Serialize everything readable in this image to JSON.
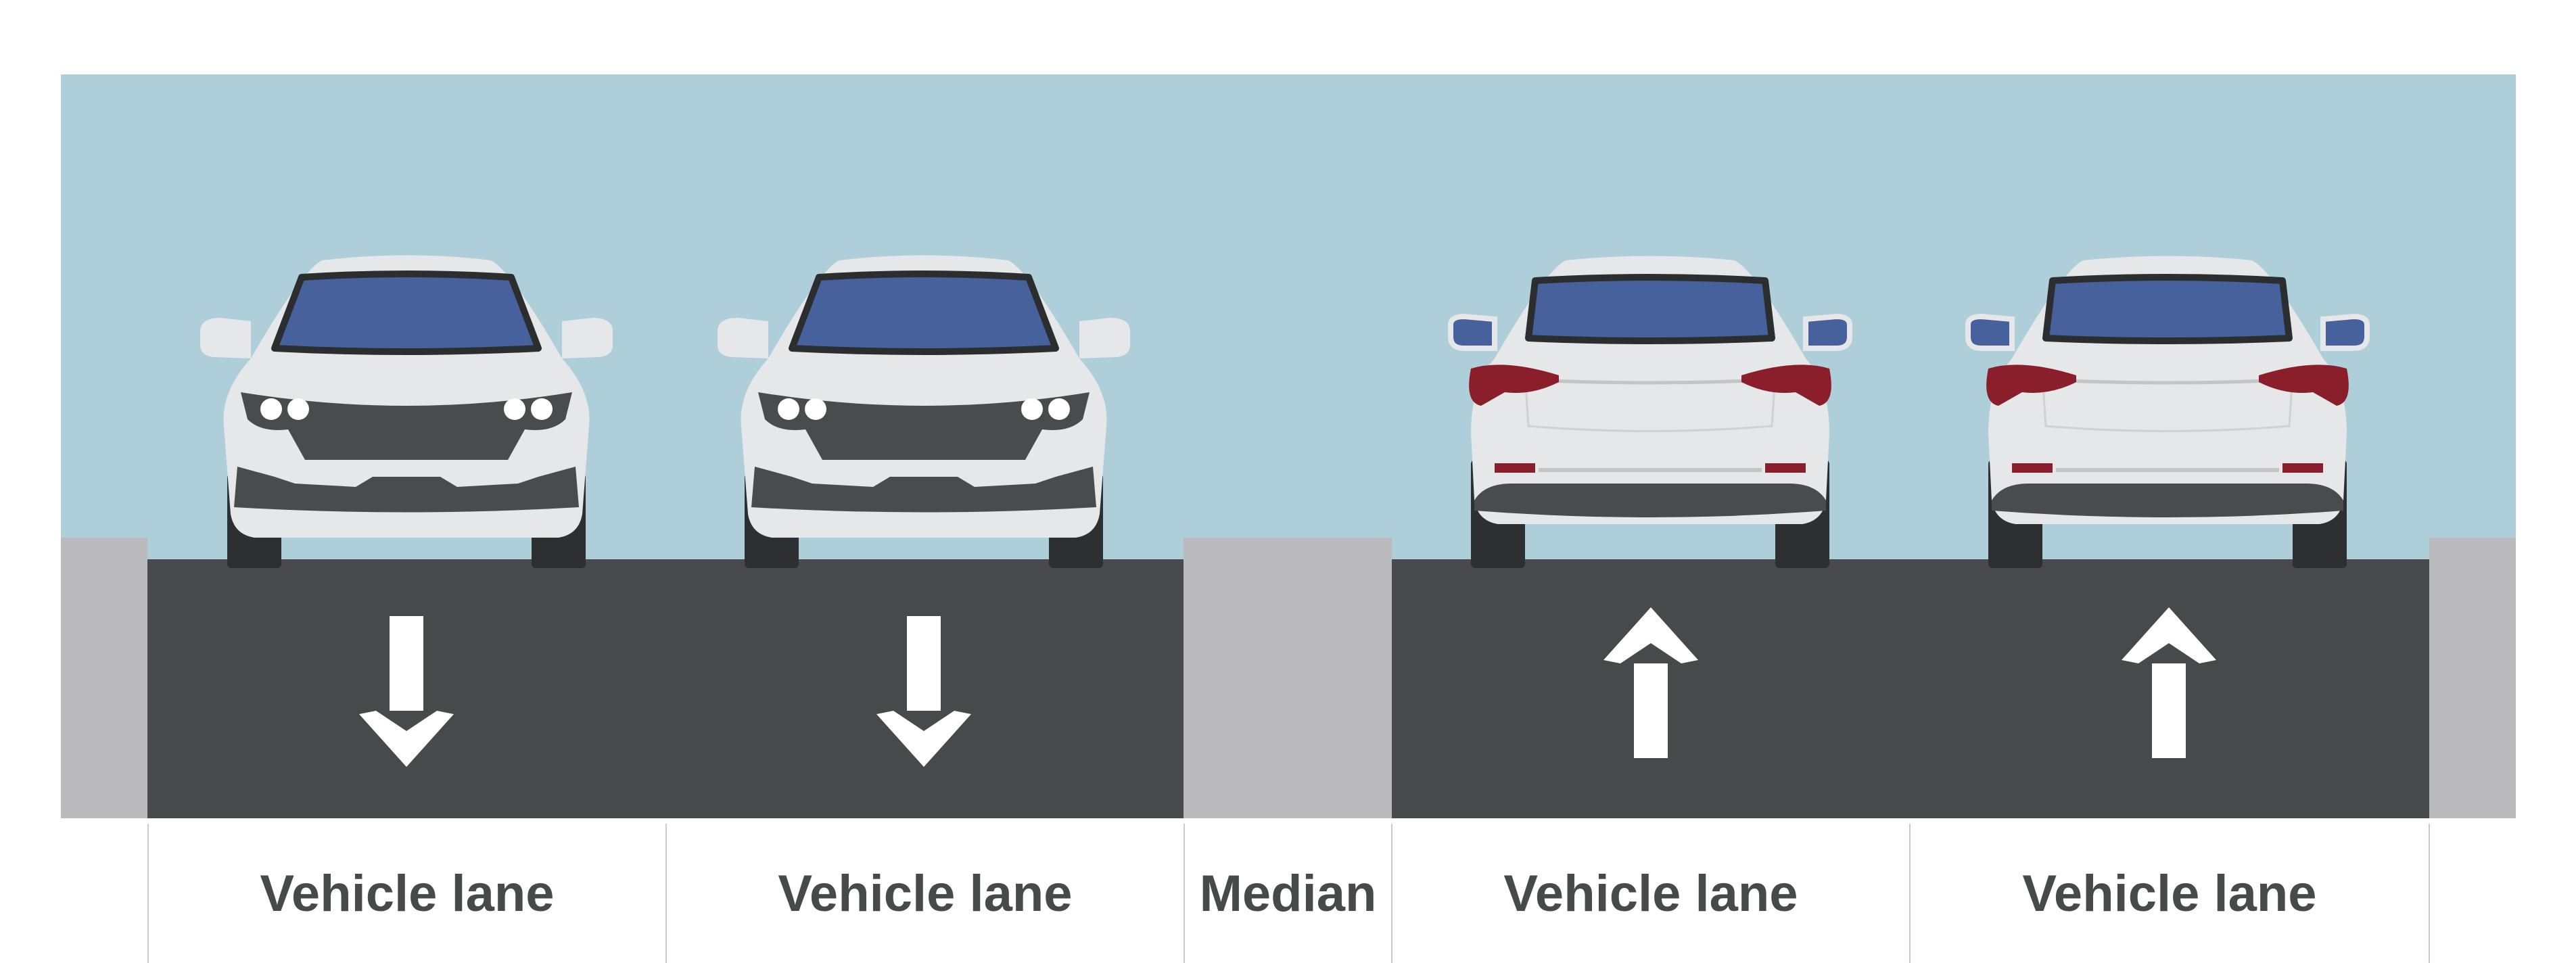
{
  "colors": {
    "sky": "#aecfda",
    "asphalt": "#48494a",
    "median": "#bbbbbd",
    "car_body": "#e6e7e9",
    "windshield": "#46619b",
    "taillight": "#8a1e2a",
    "arrow": "#ffffff",
    "label_text": "#47494b",
    "separator": "#c9cacb"
  },
  "segments": [
    {
      "kind": "curb"
    },
    {
      "kind": "vehicle-lane",
      "label": "Vehicle lane",
      "direction": "down",
      "car_view": "front"
    },
    {
      "kind": "vehicle-lane",
      "label": "Vehicle lane",
      "direction": "down",
      "car_view": "front"
    },
    {
      "kind": "median",
      "label": "Median"
    },
    {
      "kind": "vehicle-lane",
      "label": "Vehicle lane",
      "direction": "up",
      "car_view": "rear"
    },
    {
      "kind": "vehicle-lane",
      "label": "Vehicle lane",
      "direction": "up",
      "car_view": "rear"
    },
    {
      "kind": "curb"
    }
  ],
  "icons": {
    "down_arrow": "arrow-down-icon",
    "up_arrow": "arrow-up-icon",
    "front_car": "car-front-icon",
    "rear_car": "car-rear-icon"
  }
}
